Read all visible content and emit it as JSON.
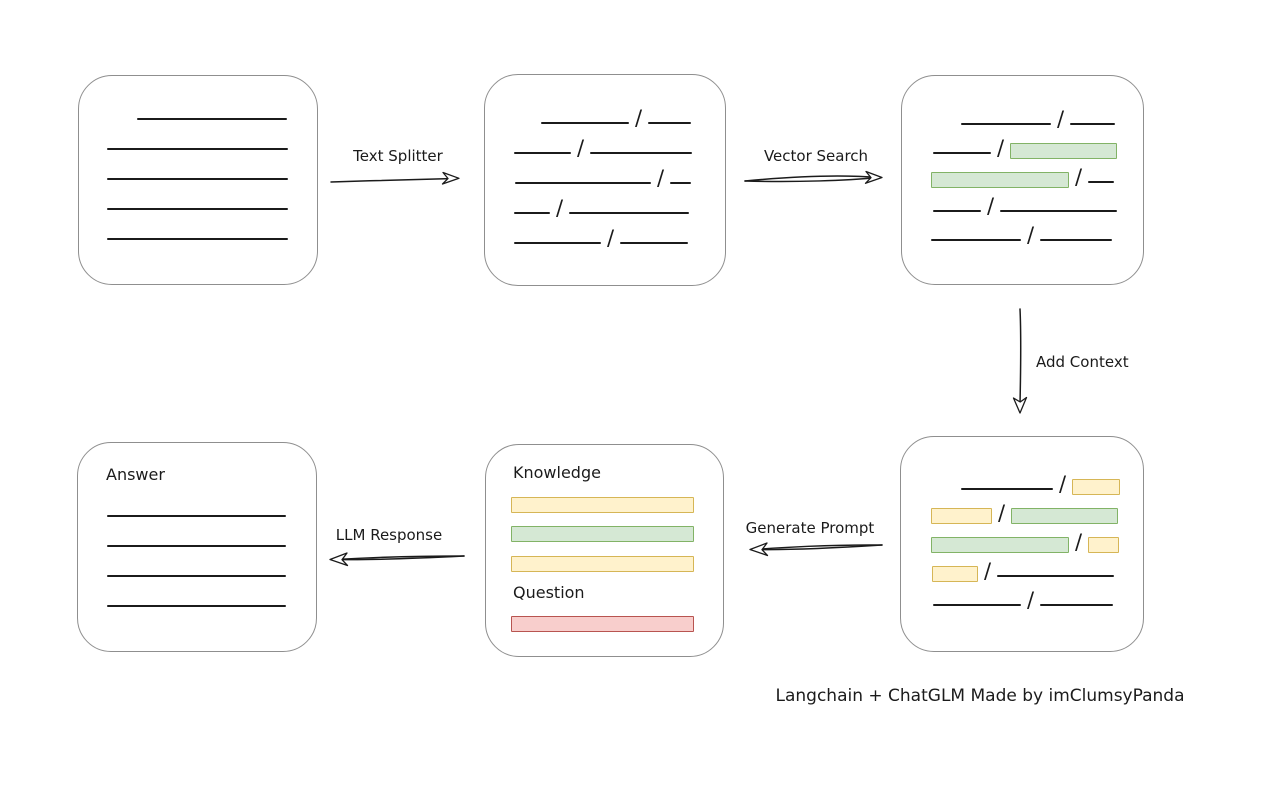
{
  "colors": {
    "background": "#ffffff",
    "ink": "#1b1b1b",
    "box_border": "#8f8f8f",
    "yellow_fill": "#fff2cc",
    "yellow_border": "#d6b656",
    "green_fill": "#d5e8d4",
    "green_border": "#82b366",
    "red_fill": "#f8cecc",
    "red_border": "#b85450"
  },
  "arrow_labels": {
    "text_splitter": "Text Splitter",
    "vector_search": "Vector Search",
    "add_context": "Add Context",
    "generate_prompt": "Generate Prompt",
    "llm_response": "LLM Response"
  },
  "caption": "Langchain + ChatGLM Made by imClumsyPanda",
  "boxes": {
    "document": {
      "rows": [
        {
          "indent": 58,
          "segs": [
            {
              "t": "line",
              "w": 150
            }
          ]
        },
        {
          "indent": 28,
          "segs": [
            {
              "t": "line",
              "w": 181
            }
          ]
        },
        {
          "indent": 28,
          "segs": [
            {
              "t": "line",
              "w": 181
            }
          ]
        },
        {
          "indent": 28,
          "segs": [
            {
              "t": "line",
              "w": 181
            }
          ]
        },
        {
          "indent": 28,
          "segs": [
            {
              "t": "line",
              "w": 181
            }
          ]
        }
      ]
    },
    "split_chunks": {
      "rows": [
        {
          "indent": 56,
          "segs": [
            {
              "t": "line",
              "w": 88
            },
            {
              "t": "slash"
            },
            {
              "t": "line",
              "w": 43
            }
          ]
        },
        {
          "indent": 29,
          "segs": [
            {
              "t": "line",
              "w": 57
            },
            {
              "t": "slash"
            },
            {
              "t": "line",
              "w": 102
            }
          ]
        },
        {
          "indent": 30,
          "segs": [
            {
              "t": "line",
              "w": 136
            },
            {
              "t": "slash"
            },
            {
              "t": "line",
              "w": 21
            }
          ]
        },
        {
          "indent": 29,
          "segs": [
            {
              "t": "line",
              "w": 36
            },
            {
              "t": "slash"
            },
            {
              "t": "line",
              "w": 120
            }
          ]
        },
        {
          "indent": 29,
          "segs": [
            {
              "t": "line",
              "w": 87
            },
            {
              "t": "slash"
            },
            {
              "t": "line",
              "w": 68
            }
          ]
        }
      ]
    },
    "searched_chunks": {
      "rows": [
        {
          "indent": 59,
          "segs": [
            {
              "t": "line",
              "w": 90
            },
            {
              "t": "slash"
            },
            {
              "t": "line",
              "w": 45
            }
          ]
        },
        {
          "indent": 31,
          "segs": [
            {
              "t": "line",
              "w": 58
            },
            {
              "t": "slash"
            },
            {
              "t": "chunk",
              "c": "green",
              "w": 105
            }
          ]
        },
        {
          "indent": 29,
          "segs": [
            {
              "t": "chunk",
              "c": "green",
              "w": 136
            },
            {
              "t": "slash"
            },
            {
              "t": "line",
              "w": 26
            }
          ]
        },
        {
          "indent": 31,
          "segs": [
            {
              "t": "line",
              "w": 48
            },
            {
              "t": "slash"
            },
            {
              "t": "line",
              "w": 117
            }
          ]
        },
        {
          "indent": 29,
          "segs": [
            {
              "t": "line",
              "w": 90
            },
            {
              "t": "slash"
            },
            {
              "t": "line",
              "w": 72
            }
          ]
        }
      ]
    },
    "context_chunks": {
      "rows": [
        {
          "indent": 60,
          "segs": [
            {
              "t": "line",
              "w": 92
            },
            {
              "t": "slash"
            },
            {
              "t": "chunk",
              "c": "yellow",
              "w": 46
            }
          ]
        },
        {
          "indent": 30,
          "segs": [
            {
              "t": "chunk",
              "c": "yellow",
              "w": 59
            },
            {
              "t": "slash"
            },
            {
              "t": "chunk",
              "c": "green",
              "w": 105
            }
          ]
        },
        {
          "indent": 30,
          "segs": [
            {
              "t": "chunk",
              "c": "green",
              "w": 136
            },
            {
              "t": "slash"
            },
            {
              "t": "chunk",
              "c": "yellow",
              "w": 29
            }
          ]
        },
        {
          "indent": 31,
          "segs": [
            {
              "t": "chunk",
              "c": "yellow",
              "w": 44
            },
            {
              "t": "slash"
            },
            {
              "t": "line",
              "w": 117
            }
          ]
        },
        {
          "indent": 32,
          "segs": [
            {
              "t": "line",
              "w": 88
            },
            {
              "t": "slash"
            },
            {
              "t": "line",
              "w": 73
            }
          ]
        }
      ]
    },
    "prompt": {
      "knowledge_label": "Knowledge",
      "question_label": "Question",
      "knowledge_bars": [
        "yellow",
        "green",
        "yellow"
      ],
      "question_bar": "red"
    },
    "answer": {
      "label": "Answer",
      "rows": [
        {
          "indent": 29,
          "segs": [
            {
              "t": "line",
              "w": 179
            }
          ]
        },
        {
          "indent": 29,
          "segs": [
            {
              "t": "line",
              "w": 179
            }
          ]
        },
        {
          "indent": 29,
          "segs": [
            {
              "t": "line",
              "w": 179
            }
          ]
        },
        {
          "indent": 29,
          "segs": [
            {
              "t": "line",
              "w": 179
            }
          ]
        }
      ]
    }
  }
}
